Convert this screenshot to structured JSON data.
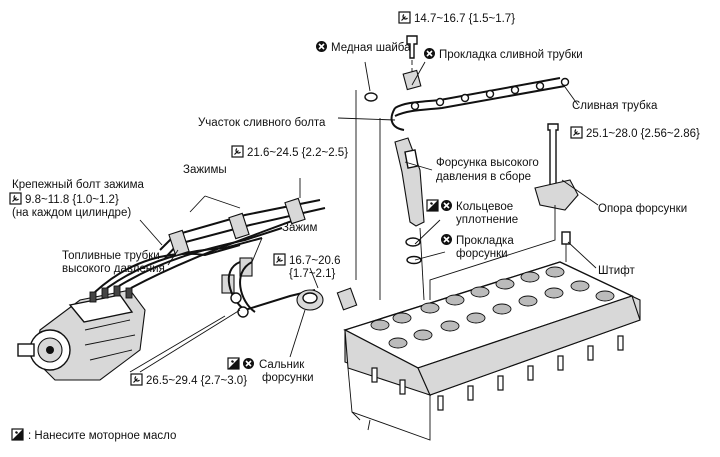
{
  "labels": {
    "copper_washer": "Медная шайба",
    "drain_pipe_gasket": "Прокладка сливной трубки",
    "drain_pipe": "Сливная трубка",
    "drain_bolt_section": "Участок сливного болта",
    "injector_line1": "Форсунка высокого",
    "injector_line2": "давления в сборе",
    "injector_support": "Опора форсунки",
    "o_ring_line1": "Кольцевое",
    "o_ring_line2": "уплотнение",
    "injector_gasket_line1": "Прокладка",
    "injector_gasket_line2": "форсунки",
    "pin": "Штифт",
    "clamps": "Зажимы",
    "clamp_bolt": "Крепежный болт зажима",
    "each_cylinder": "(на каждом цилиндре)",
    "clamp": "Зажим",
    "fuel_pipes_line1": "Топливные трубки",
    "fuel_pipes_line2": "высокого давления",
    "nozzle_seal_line1": "Сальник",
    "nozzle_seal_line2": "форсунки"
  },
  "specs": {
    "drain_bolt": "14.7~16.7 {1.5~1.7}",
    "nozzle_holder_bolt": "25.1~28.0 {2.56~2.86}",
    "pipe_clamp_upper": "21.6~24.5 {2.2~2.5}",
    "clamp_bolt": "9.8~11.8 {1.0~1.2}",
    "union_nut": "16.7~20.6",
    "pipe_flare_nut": "26.5~29.4 {2.7~3.0}"
  },
  "legend": {
    "oil": ": Нанесите моторное масло"
  },
  "icons": [
    "torque-wrench-icon",
    "replace-part-icon",
    "apply-oil-icon"
  ]
}
